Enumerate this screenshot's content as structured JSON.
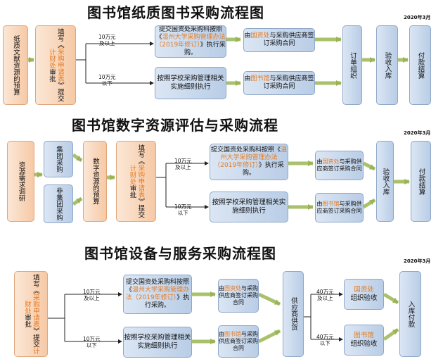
{
  "date": "2020年3月",
  "common": {
    "approve_pre": "填写《",
    "approve_form": "采购申请表",
    "approve_mid": "》提交",
    "approve_office": "计财处",
    "approve_post": "审批",
    "over_amount": "10万元",
    "over_text": "及以上",
    "under_amount": "10万元",
    "under_text": "以下",
    "school_rules": "按照学校采购管理相关实施细则执行",
    "submit_pre": "提交国资处采购科按照《",
    "submit_law": "温州大学采购管理办法（2019年修订）",
    "submit_post": "》执行采购。",
    "sign_by": "由",
    "sign_guozi": "国资处",
    "sign_lib": "图书馆",
    "sign_post": "与采购供应商签订采购合同"
  },
  "section1": {
    "title": "图书馆纸质图书采购流程图",
    "budget": "纸质文献资源的预算",
    "order": "订单组织",
    "accept": "验收入库",
    "pay": "付款结算"
  },
  "section2": {
    "title": "图书馆数字资源评估与采购流程",
    "needs": "资源需求调研",
    "group": "集团采购",
    "nongroup": "非集团采购",
    "budget": "数字资源的预算",
    "accept": "验收入库",
    "pay": "付款结算"
  },
  "section3": {
    "title": "图书馆设备与服务采购流程图",
    "supply": "供应商供货",
    "over40_amount": "40万元",
    "over40_text": "及以上",
    "under40_amount": "40万元",
    "under40_text": "以下",
    "guozi_check_unit": "国资处",
    "lib_check_unit": "图书馆",
    "check_text": "组织验收",
    "store_pay": "入库付款"
  }
}
